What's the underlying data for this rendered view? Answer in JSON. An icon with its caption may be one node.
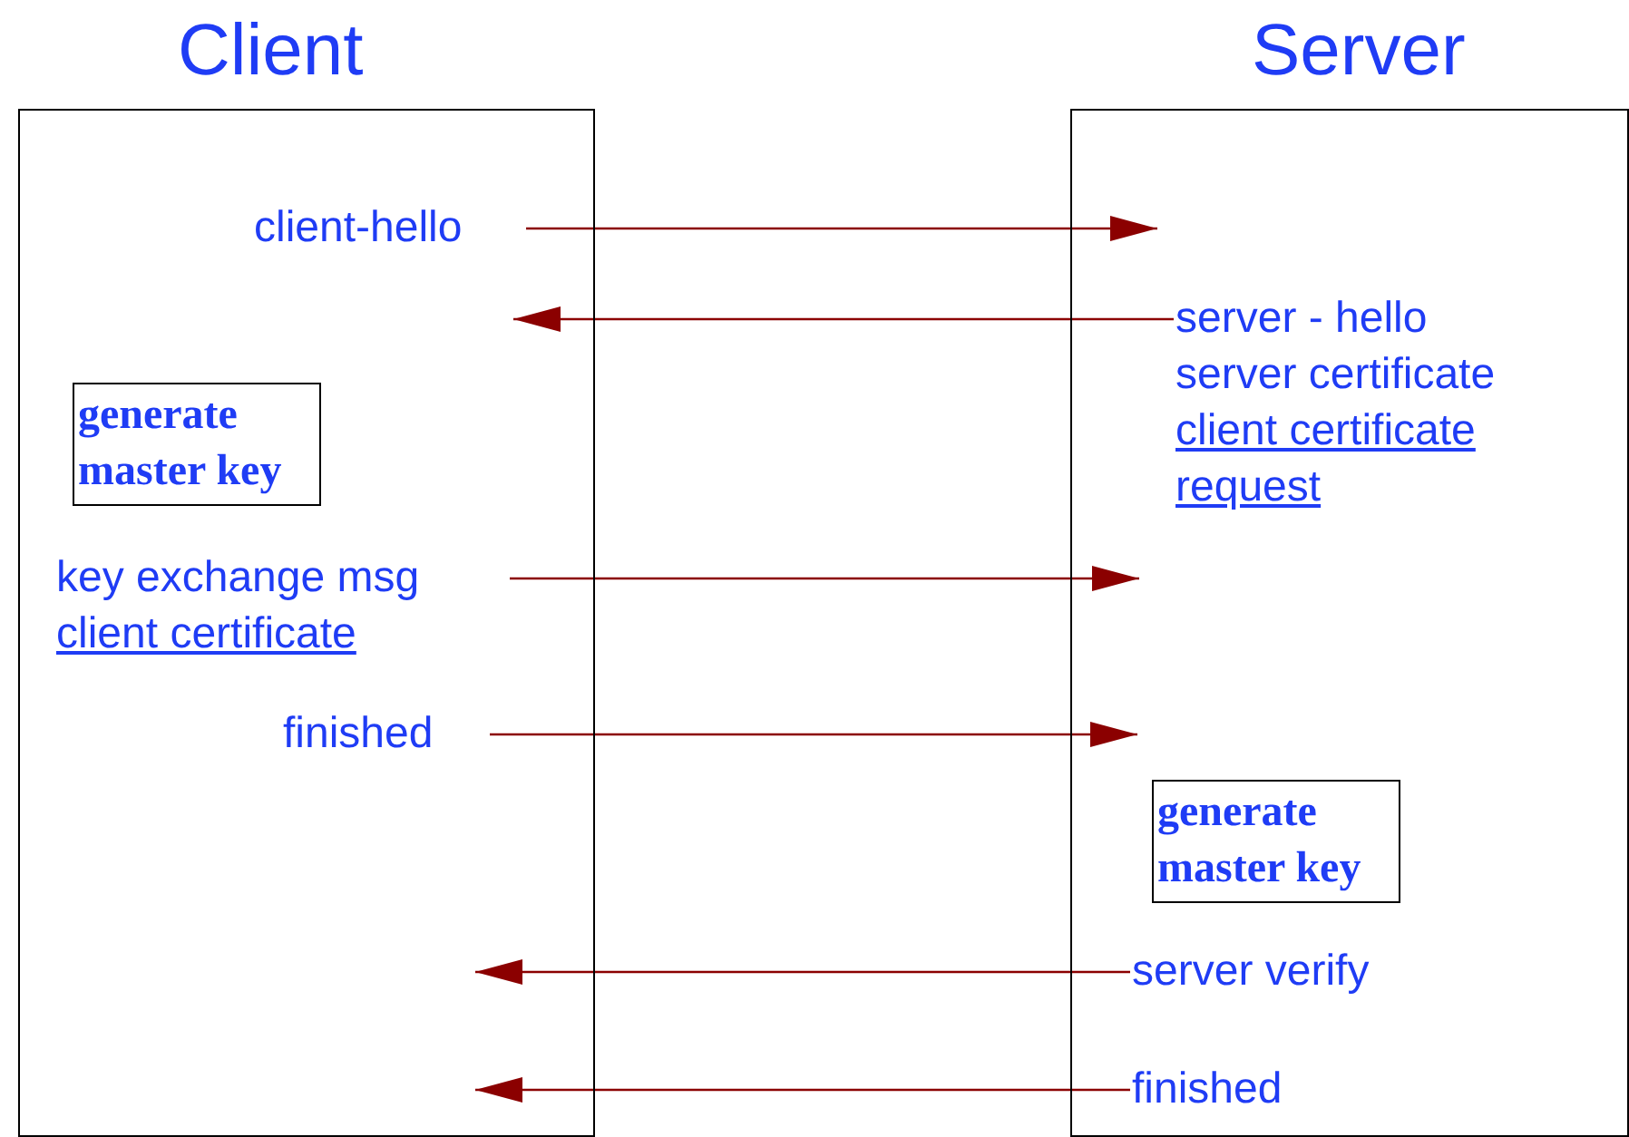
{
  "diagram": {
    "nodes": [
      {
        "text": [
          "Client"
        ]
      },
      {
        "text": [
          "Server"
        ]
      },
      {
        "text": [
          "client-hello"
        ],
        "in": 0
      },
      {
        "text": [
          "server - hello",
          "server certificate",
          "client certificate request"
        ],
        "in": 1
      },
      {
        "text": [
          "generate master key"
        ],
        "in": 0
      },
      {
        "text": [
          "key exchange msg",
          "client certificate"
        ],
        "in": 0
      },
      {
        "text": [
          "finished"
        ],
        "in": 0
      },
      {
        "text": [
          "generate master key"
        ],
        "in": 1
      },
      {
        "text": [
          "server verify"
        ],
        "in": 1
      },
      {
        "text": [
          "finished"
        ],
        "in": 1
      }
    ],
    "edges": [
      {
        "from": 2,
        "to": null,
        "arrow": "to"
      },
      {
        "from": 3,
        "to": null,
        "arrow": "to"
      },
      {
        "from": 5,
        "to": null,
        "arrow": "to"
      },
      {
        "from": 6,
        "to": null,
        "arrow": "to"
      },
      {
        "from": 8,
        "to": null,
        "arrow": "to"
      },
      {
        "from": 9,
        "to": null,
        "arrow": "to"
      }
    ]
  }
}
